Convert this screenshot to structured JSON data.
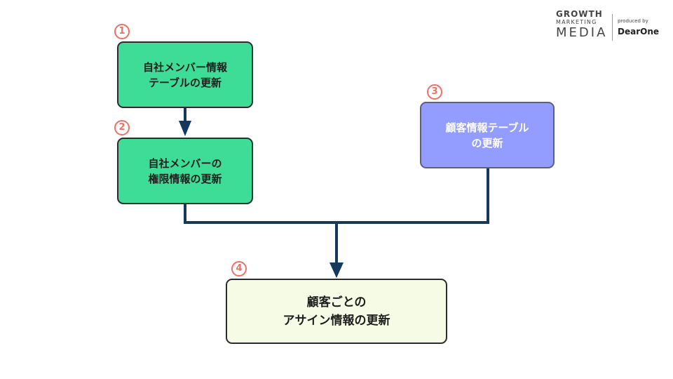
{
  "logo": {
    "line1": "GROWTH",
    "line2": "MARKETING",
    "line3": "MEDIA",
    "produced_by": "produced by",
    "company": "DearOne"
  },
  "steps": [
    {
      "number": "1",
      "lines": [
        "自社メンバー情報",
        "テーブルの更新"
      ],
      "color": "#3ddc97"
    },
    {
      "number": "2",
      "lines": [
        "自社メンバーの",
        "権限情報の更新"
      ],
      "color": "#3ddc97"
    },
    {
      "number": "3",
      "lines": [
        "顧客情報テーブル",
        "の更新"
      ],
      "color": "#939dff"
    },
    {
      "number": "4",
      "lines": [
        "顧客ごとの",
        "アサイン情報の更新"
      ],
      "color": "#f6fbe6"
    }
  ],
  "colors": {
    "connector": "#16385c",
    "step_badge": "#f06e62"
  }
}
